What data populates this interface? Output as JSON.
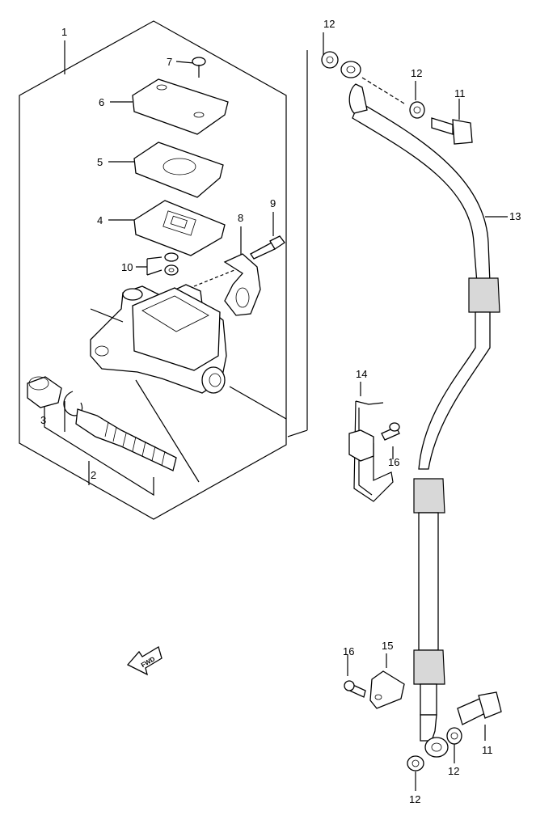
{
  "callouts": {
    "c1": "1",
    "c2": "2",
    "c3": "3",
    "c4": "4",
    "c5": "5",
    "c6": "6",
    "c7": "7",
    "c8": "8",
    "c9": "9",
    "c10": "10",
    "c11a": "11",
    "c11b": "11",
    "c12a": "12",
    "c12b": "12",
    "c12c": "12",
    "c12d": "12",
    "c13": "13",
    "c14": "14",
    "c15": "15",
    "c16a": "16",
    "c16b": "16"
  },
  "fwd_label": "FWD",
  "colors": {
    "line": "#000000",
    "background": "#ffffff"
  },
  "icons": {
    "fwd": "fwd-arrow-icon"
  }
}
